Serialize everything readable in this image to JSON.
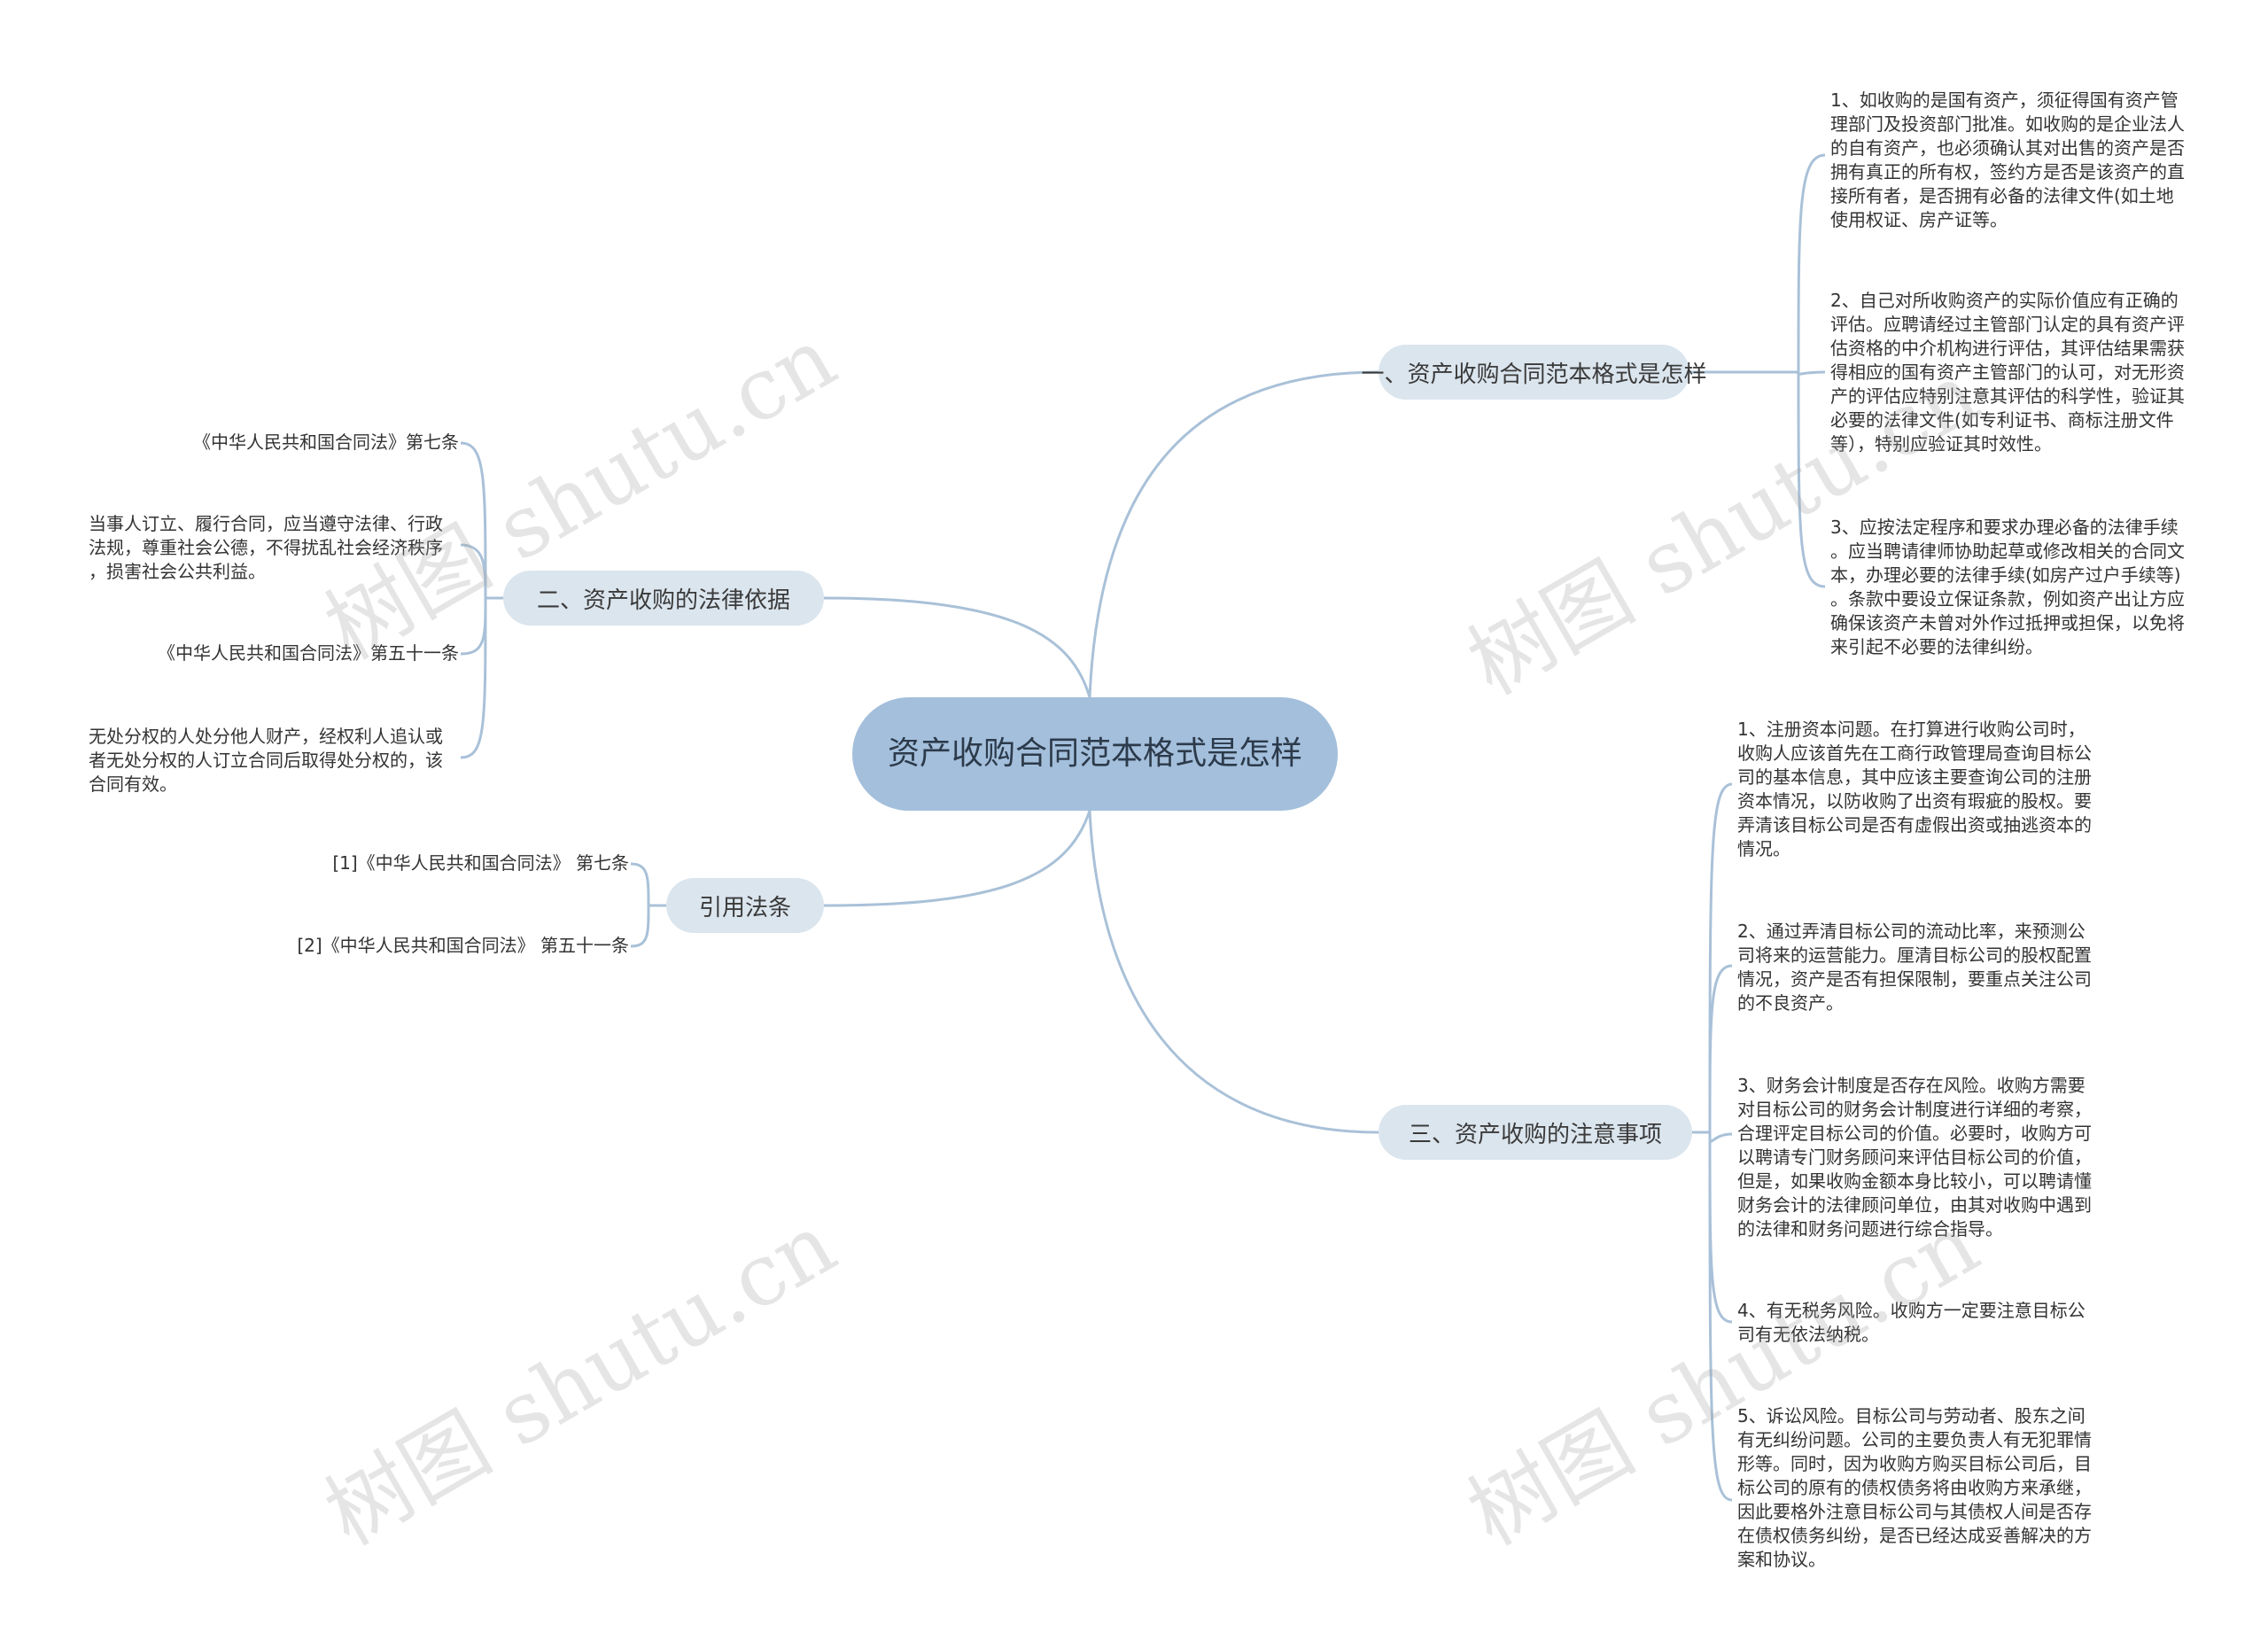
{
  "root": {
    "title": "资产收购合同范本格式是怎样"
  },
  "branches": {
    "b1": {
      "label": "一、资产收购合同范本格式是怎样",
      "items": [
        "1、如收购的是国有资产，须征得国有资产管\n理部门及投资部门批准。如收购的是企业法人\n的自有资产，也必须确认其对出售的资产是否\n拥有真正的所有权，签约方是否是该资产的直\n接所有者，是否拥有必备的法律文件(如土地\n使用权证、房产证等。",
        "2、自己对所收购资产的实际价值应有正确的\n评估。应聘请经过主管部门认定的具有资产评\n估资格的中介机构进行评估，其评估结果需获\n得相应的国有资产主管部门的认可，对无形资\n产的评估应特别注意其评估的科学性，验证其\n必要的法律文件(如专利证书、商标注册文件\n等），特别应验证其时效性。",
        "3、应按法定程序和要求办理必备的法律手续\n。应当聘请律师协助起草或修改相关的合同文\n本，办理必要的法律手续(如房产过户手续等)\n。条款中要设立保证条款，例如资产出让方应\n确保该资产未曾对外作过抵押或担保，以免将\n来引起不必要的法律纠纷。"
      ]
    },
    "b2": {
      "label": "二、资产收购的法律依据",
      "items": [
        "《中华人民共和国合同法》第七条",
        "当事人订立、履行合同，应当遵守法律、行政\n法规，尊重社会公德，不得扰乱社会经济秩序\n，损害社会公共利益。",
        "《中华人民共和国合同法》第五十一条",
        "无处分权的人处分他人财产，经权利人追认或\n者无处分权的人订立合同后取得处分权的，该\n合同有效。"
      ]
    },
    "b3": {
      "label": "三、资产收购的注意事项",
      "items": [
        "1、注册资本问题。在打算进行收购公司时，\n收购人应该首先在工商行政管理局查询目标公\n司的基本信息，其中应该主要查询公司的注册\n资本情况，以防收购了出资有瑕疵的股权。要\n弄清该目标公司是否有虚假出资或抽逃资本的\n情况。",
        "2、通过弄清目标公司的流动比率，来预测公\n司将来的运营能力。厘清目标公司的股权配置\n情况，资产是否有担保限制，要重点关注公司\n的不良资产。",
        "3、财务会计制度是否存在风险。收购方需要\n对目标公司的财务会计制度进行详细的考察，\n合理评定目标公司的价值。必要时，收购方可\n以聘请专门财务顾问来评估目标公司的价值，\n但是，如果收购金额本身比较小，可以聘请懂\n财务会计的法律顾问单位，由其对收购中遇到\n的法律和财务问题进行综合指导。",
        "4、有无税务风险。收购方一定要注意目标公\n司有无依法纳税。",
        "5、诉讼风险。目标公司与劳动者、股东之间\n有无纠纷问题。公司的主要负责人有无犯罪情\n形等。同时，因为收购方购买目标公司后，目\n标公司的原有的债权债务将由收购方来承继，\n因此要格外注意目标公司与其债权人间是否存\n在债权债务纠纷，是否已经达成妥善解决的方\n案和协议。"
      ]
    },
    "b4": {
      "label": "引用法条",
      "items": [
        "[1]《中华人民共和国合同法》 第七条",
        "[2]《中华人民共和国合同法》 第五十一条"
      ]
    }
  },
  "watermarks": [
    "树图 shutu.cn",
    "树图 shutu.cn",
    "树图 shutu.cn",
    "树图 shutu.cn"
  ],
  "colors": {
    "root_fill": "#a3bfdc",
    "branch_fill": "#dbe5ee",
    "link": "#a9c1d8"
  }
}
